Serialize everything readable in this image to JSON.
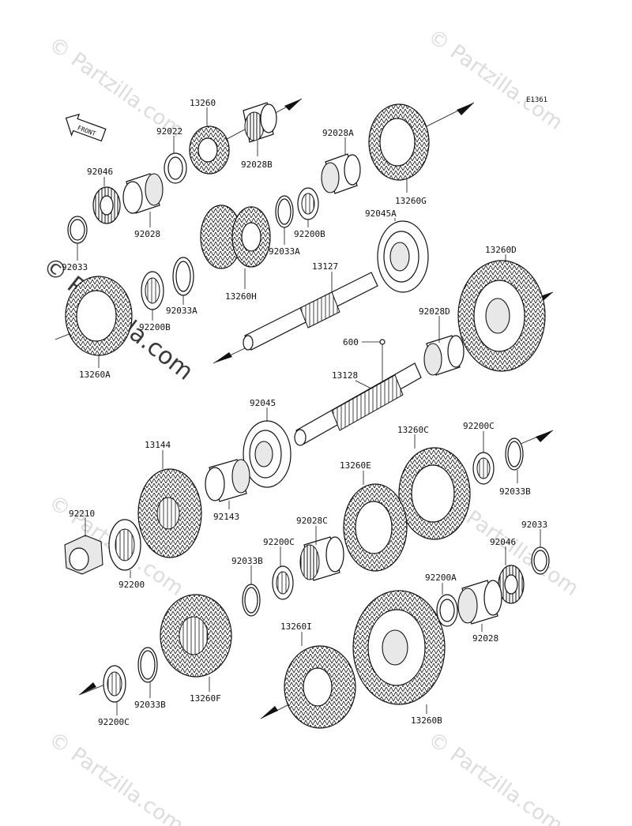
{
  "diagram_code": "E1361",
  "front_label": "FRONT",
  "watermark_small": "© Partzilla.com",
  "watermark_big": "© Partzilla.com",
  "colors": {
    "ink": "#111111",
    "watermark": "#dcdcdc",
    "background": "#ffffff"
  },
  "labels": [
    {
      "id": "13260",
      "text": "13260"
    },
    {
      "id": "92022",
      "text": "92022"
    },
    {
      "id": "92028B",
      "text": "92028B"
    },
    {
      "id": "92046_top",
      "text": "92046"
    },
    {
      "id": "92028_top",
      "text": "92028"
    },
    {
      "id": "92033_top",
      "text": "92033"
    },
    {
      "id": "92028A",
      "text": "92028A"
    },
    {
      "id": "13260G",
      "text": "13260G"
    },
    {
      "id": "92200B_top",
      "text": "92200B"
    },
    {
      "id": "92033A_top",
      "text": "92033A"
    },
    {
      "id": "92045A",
      "text": "92045A"
    },
    {
      "id": "13260H",
      "text": "13260H"
    },
    {
      "id": "92033A_left",
      "text": "92033A"
    },
    {
      "id": "92200B_left",
      "text": "92200B"
    },
    {
      "id": "13260A",
      "text": "13260A"
    },
    {
      "id": "13127",
      "text": "13127"
    },
    {
      "id": "13260D",
      "text": "13260D"
    },
    {
      "id": "92028D",
      "text": "92028D"
    },
    {
      "id": "600",
      "text": "600"
    },
    {
      "id": "13128",
      "text": "13128"
    },
    {
      "id": "92045",
      "text": "92045"
    },
    {
      "id": "13144",
      "text": "13144"
    },
    {
      "id": "13260C",
      "text": "13260C"
    },
    {
      "id": "92200C_right",
      "text": "92200C"
    },
    {
      "id": "92033B_right",
      "text": "92033B"
    },
    {
      "id": "13260E",
      "text": "13260E"
    },
    {
      "id": "92210",
      "text": "92210"
    },
    {
      "id": "92143",
      "text": "92143"
    },
    {
      "id": "92028C",
      "text": "92028C"
    },
    {
      "id": "92033_right",
      "text": "92033"
    },
    {
      "id": "92046_right",
      "text": "92046"
    },
    {
      "id": "92200",
      "text": "92200"
    },
    {
      "id": "92200C_mid",
      "text": "92200C"
    },
    {
      "id": "92033B_mid",
      "text": "92033B"
    },
    {
      "id": "92200A",
      "text": "92200A"
    },
    {
      "id": "92028_right",
      "text": "92028"
    },
    {
      "id": "13260I",
      "text": "13260I"
    },
    {
      "id": "13260F",
      "text": "13260F"
    },
    {
      "id": "92033B_bottom",
      "text": "92033B"
    },
    {
      "id": "92200C_bottom",
      "text": "92200C"
    },
    {
      "id": "13260B",
      "text": "13260B"
    }
  ]
}
